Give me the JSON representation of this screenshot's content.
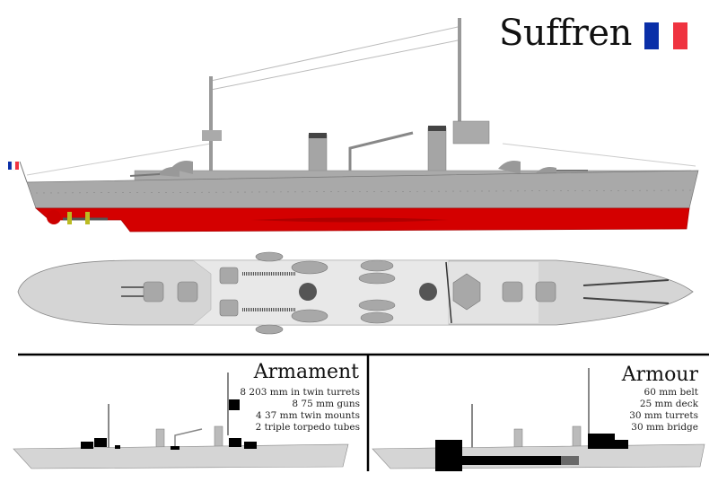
{
  "title": "Suffren",
  "flag": {
    "colors": [
      "#0a2fa8",
      "#ffffff",
      "#ef3340"
    ]
  },
  "armament": {
    "heading": "Armament",
    "lines": [
      "8 203 mm in twin turrets",
      "8 75 mm guns",
      "4 37 mm twin mounts",
      "2 triple torpedo tubes"
    ]
  },
  "armour": {
    "heading": "Armour",
    "lines": [
      "60 mm belt",
      "25 mm deck",
      "30 mm turrets",
      "30 mm bridge"
    ]
  },
  "colors": {
    "hull": "#a9a9a9",
    "antifouling": "#d40000",
    "deck": "#d8d8d8",
    "armour_highlight": "#000000"
  }
}
